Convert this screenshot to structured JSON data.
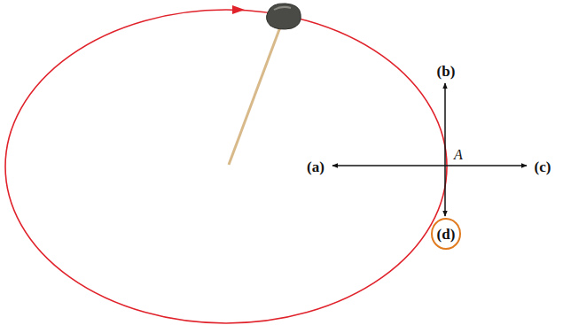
{
  "diagram": {
    "labels": [
      "(b)",
      "(a)",
      "A",
      "(c)",
      "(d)"
    ]
  }
}
